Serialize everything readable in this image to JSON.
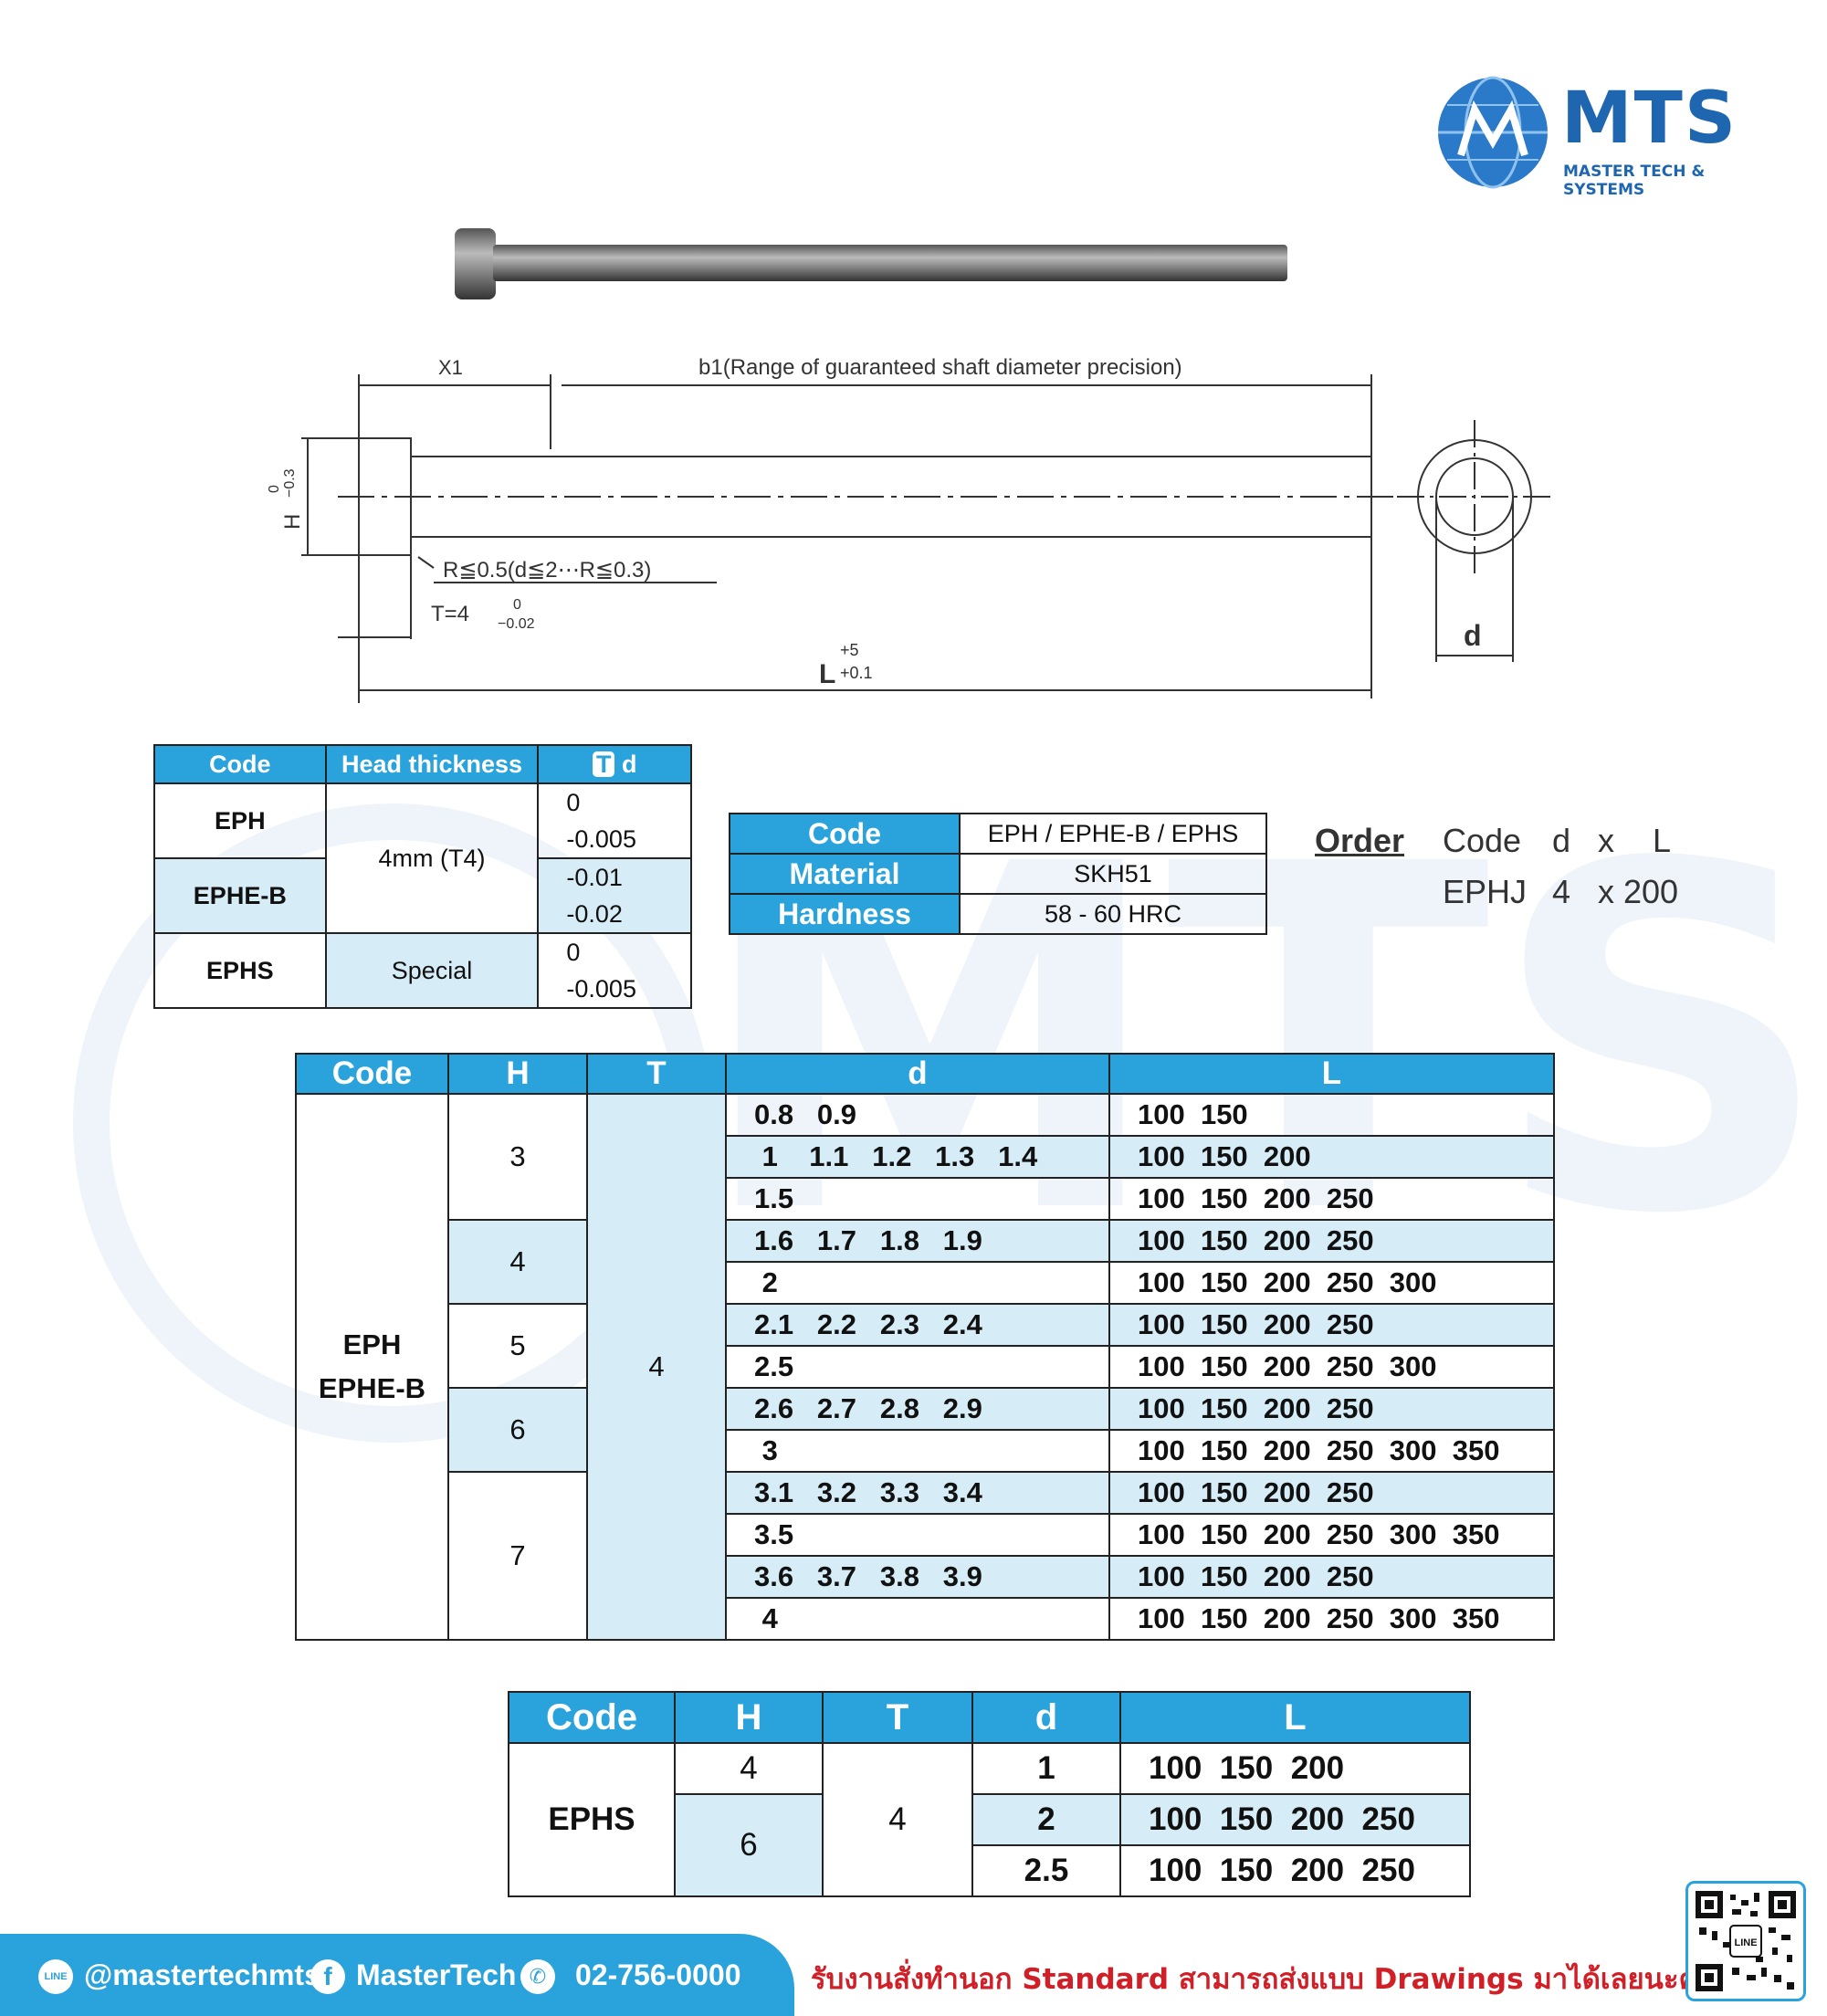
{
  "brand": {
    "name": "MTS",
    "subtitle": "MASTER TECH & SYSTEMS",
    "primary_color": "#1f66b1",
    "accent_color": "#2aa3dc",
    "table_header_color": "#2aa3dc",
    "light_row_color": "#d6ecf6"
  },
  "drawing": {
    "x1_label": "X1",
    "b1_label": "b1(Range of guaranteed shaft diameter precision)",
    "h_label": "H",
    "h_tol_upper": "0",
    "h_tol_lower": "−0.3",
    "r_label": "R≦0.5(d≦2⋯R≦0.3)",
    "t_label": "T=4",
    "t_tol_upper": "0",
    "t_tol_lower": "−0.02",
    "l_label": "L",
    "l_tol_upper": "+5",
    "l_tol_lower": "+0.1",
    "d_label": "d"
  },
  "spec_table": {
    "headers": [
      "Code",
      "Head thickness",
      "T",
      "d"
    ],
    "rows": [
      {
        "code": "EPH",
        "tol_upper": "0",
        "tol_lower": "-0.005"
      },
      {
        "code": "EPHE-B",
        "tol_upper": "-0.01",
        "tol_lower": "-0.02"
      },
      {
        "code": "EPHS",
        "head": "Special",
        "tol_upper": "0",
        "tol_lower": "-0.005"
      }
    ],
    "shared_head": "4mm (T4)"
  },
  "material_table": {
    "rows": [
      {
        "label": "Code",
        "value": "EPH / EPHE-B / EPHS"
      },
      {
        "label": "Material",
        "value": "SKH51"
      },
      {
        "label": "Hardness",
        "value": "58 - 60 HRC"
      }
    ]
  },
  "order": {
    "label": "Order",
    "line1": [
      "Code",
      "d",
      "x",
      "L"
    ],
    "line2": [
      "EPHJ",
      "4",
      "x 200"
    ]
  },
  "main_table": {
    "headers": [
      "Code",
      "H",
      "T",
      "d",
      "L"
    ],
    "code_line1": "EPH",
    "code_line2": "EPHE-B",
    "t_value": "4",
    "h_groups": [
      "3",
      "4",
      "5",
      "6",
      "7"
    ],
    "rows": [
      {
        "d": "0.8   0.9",
        "L": "100  150"
      },
      {
        "d": " 1    1.1   1.2   1.3   1.4",
        "L": "100  150  200"
      },
      {
        "d": "1.5",
        "L": "100  150  200  250"
      },
      {
        "d": "1.6   1.7   1.8   1.9",
        "L": "100  150  200  250"
      },
      {
        "d": " 2",
        "L": "100  150  200  250  300"
      },
      {
        "d": "2.1   2.2   2.3   2.4",
        "L": "100  150  200  250"
      },
      {
        "d": "2.5",
        "L": "100  150  200  250  300"
      },
      {
        "d": "2.6   2.7   2.8   2.9",
        "L": "100  150  200  250"
      },
      {
        "d": " 3",
        "L": "100  150  200  250  300  350"
      },
      {
        "d": "3.1   3.2   3.3   3.4",
        "L": "100  150  200  250"
      },
      {
        "d": "3.5",
        "L": "100  150  200  250  300  350"
      },
      {
        "d": "3.6   3.7   3.8   3.9",
        "L": "100  150  200  250"
      },
      {
        "d": " 4",
        "L": "100  150  200  250  300  350"
      }
    ]
  },
  "ephs_table": {
    "headers": [
      "Code",
      "H",
      "T",
      "d",
      "L"
    ],
    "code": "EPHS",
    "t_value": "4",
    "h_values": [
      "4",
      "6"
    ],
    "rows": [
      {
        "d": "1",
        "L": "100  150  200"
      },
      {
        "d": "2",
        "L": "100  150  200  250"
      },
      {
        "d": "2.5",
        "L": "100  150  200  250"
      }
    ]
  },
  "footer": {
    "line_handle": "@mastertechmts",
    "facebook": "MasterTech",
    "phone": "02-756-0000",
    "line_icon_text": "LINE",
    "tagline": "รับงานสั่งทำนอก Standard สามารถส่งแบบ Drawings มาได้เลยนะคะ",
    "qr_label": "LINE"
  }
}
